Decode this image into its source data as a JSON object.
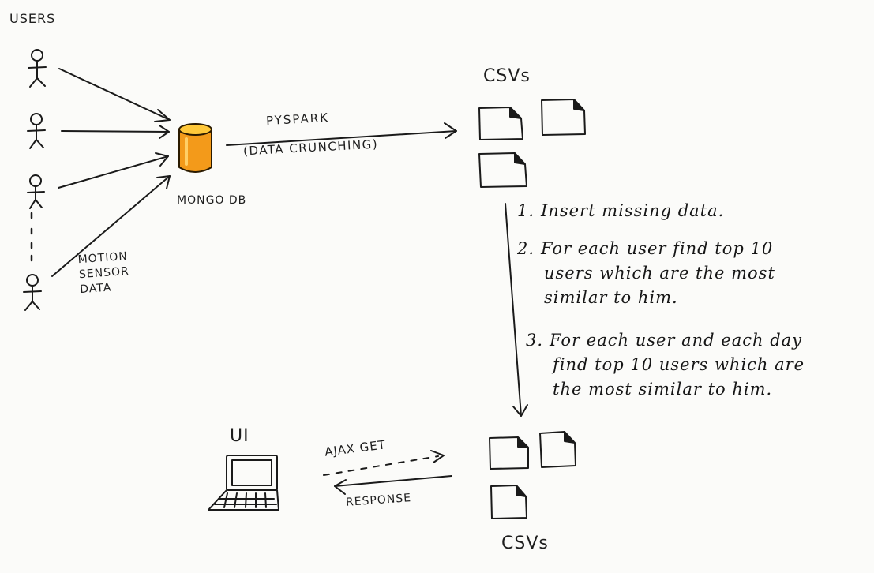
{
  "users_label": "USERS",
  "db_label": "MONGO DB",
  "pipeline": {
    "tool": "PYSPARK",
    "description": "(DATA CRUNCHING)"
  },
  "motion_label": [
    "MOTION",
    "SENSOR",
    "DATA"
  ],
  "csvs_top": "CSVs",
  "csvs_bottom": "CSVs",
  "steps": [
    {
      "num": "1.",
      "lines": [
        "Insert missing data."
      ]
    },
    {
      "num": "2.",
      "lines": [
        "For each user find top 10",
        "users which are the most",
        "similar to him."
      ]
    },
    {
      "num": "3.",
      "lines": [
        "For each user and each day",
        "find top 10 users which are",
        "the most similar to him."
      ]
    }
  ],
  "ui_label": "UI",
  "request_label": "AJAX GET",
  "response_label": "RESPONSE",
  "colors": {
    "ink": "#1a1a1a",
    "db_fill": "#f39a1a",
    "db_highlight": "#ffc83a",
    "paper": "#fbfbf9"
  },
  "icons": [
    "user-stick-figure-icon",
    "database-cylinder-icon",
    "document-icon",
    "laptop-icon"
  ]
}
